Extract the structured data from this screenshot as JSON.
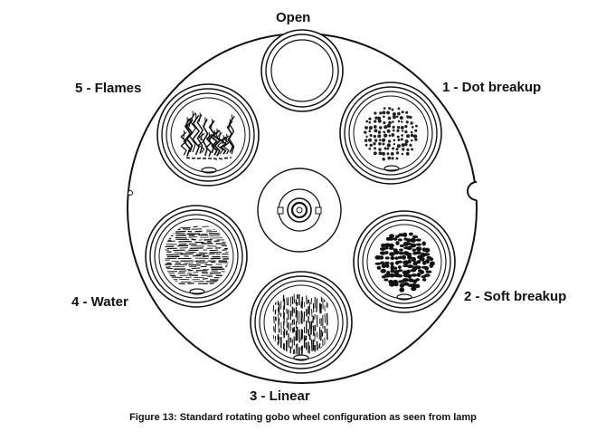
{
  "labels": {
    "open": "Open",
    "gobo1": "1 - Dot breakup",
    "gobo2": "2 - Soft breakup",
    "gobo3": "3 - Linear",
    "gobo4": "4 - Water",
    "gobo5": "5 - Flames"
  },
  "caption": "Figure 13: Standard rotating gobo wheel configuration as seen from lamp"
}
